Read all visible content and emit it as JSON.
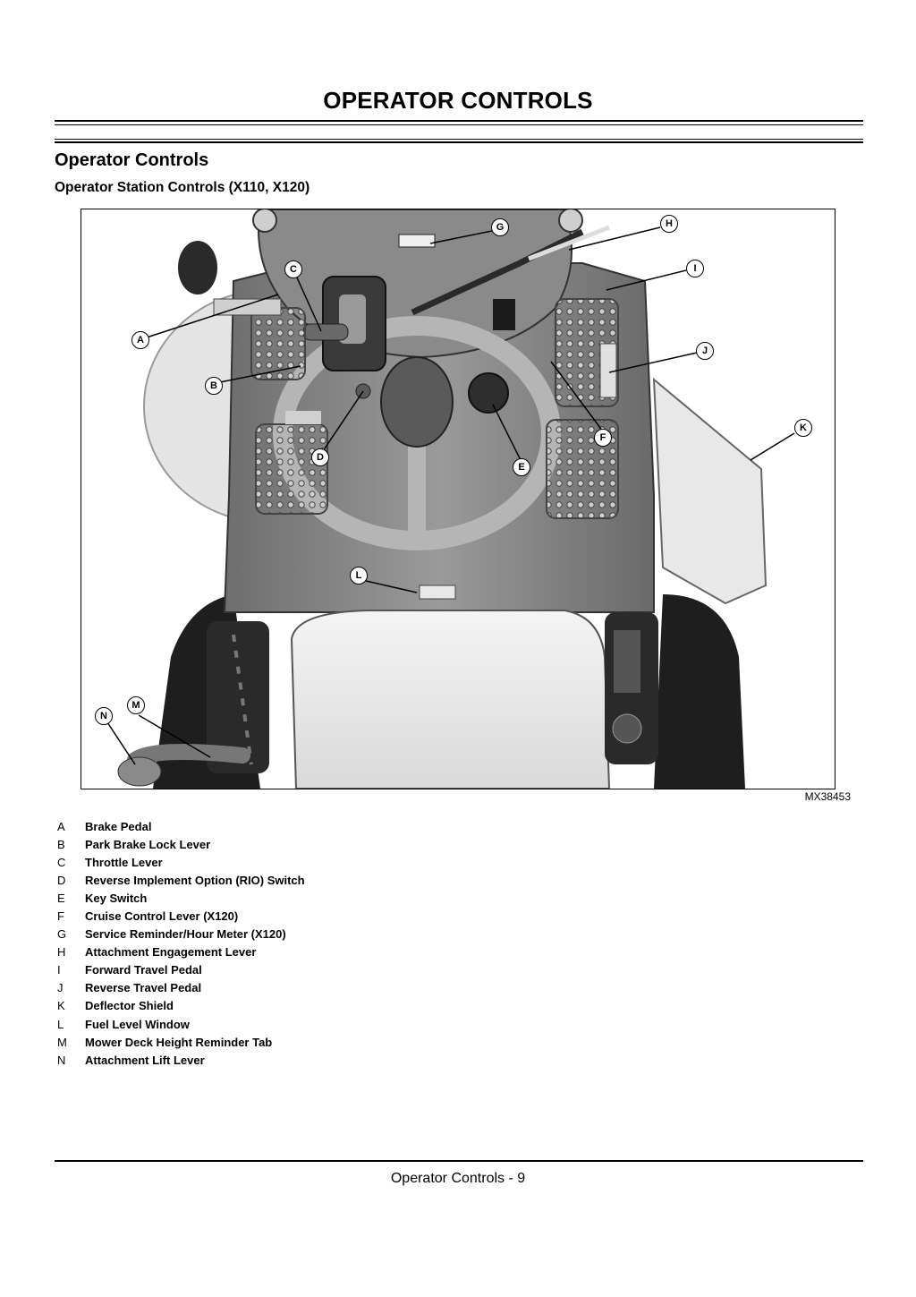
{
  "header": {
    "title": "OPERATOR CONTROLS"
  },
  "section": {
    "title": "Operator Controls",
    "subtitle": "Operator Station Controls (X110, X120)"
  },
  "figure": {
    "id": "MX38453",
    "callouts": [
      "A",
      "B",
      "C",
      "D",
      "E",
      "F",
      "G",
      "H",
      "I",
      "J",
      "K",
      "L",
      "M",
      "N"
    ]
  },
  "legend": [
    {
      "letter": "A",
      "text": "Brake Pedal"
    },
    {
      "letter": "B",
      "text": "Park Brake Lock Lever"
    },
    {
      "letter": "C",
      "text": "Throttle Lever"
    },
    {
      "letter": "D",
      "text": "Reverse Implement Option (RIO) Switch"
    },
    {
      "letter": "E",
      "text": "Key Switch"
    },
    {
      "letter": "F",
      "text": "Cruise Control Lever (X120)"
    },
    {
      "letter": "G",
      "text": "Service Reminder/Hour Meter (X120)"
    },
    {
      "letter": "H",
      "text": "Attachment Engagement Lever"
    },
    {
      "letter": "I",
      "text": "Forward Travel Pedal"
    },
    {
      "letter": "J",
      "text": "Reverse Travel Pedal"
    },
    {
      "letter": "K",
      "text": "Deflector Shield"
    },
    {
      "letter": "L",
      "text": "Fuel Level Window"
    },
    {
      "letter": "M",
      "text": "Mower Deck Height Reminder Tab"
    },
    {
      "letter": "N",
      "text": "Attachment Lift Lever"
    }
  ],
  "footer": {
    "text": "Operator Controls - 9"
  }
}
